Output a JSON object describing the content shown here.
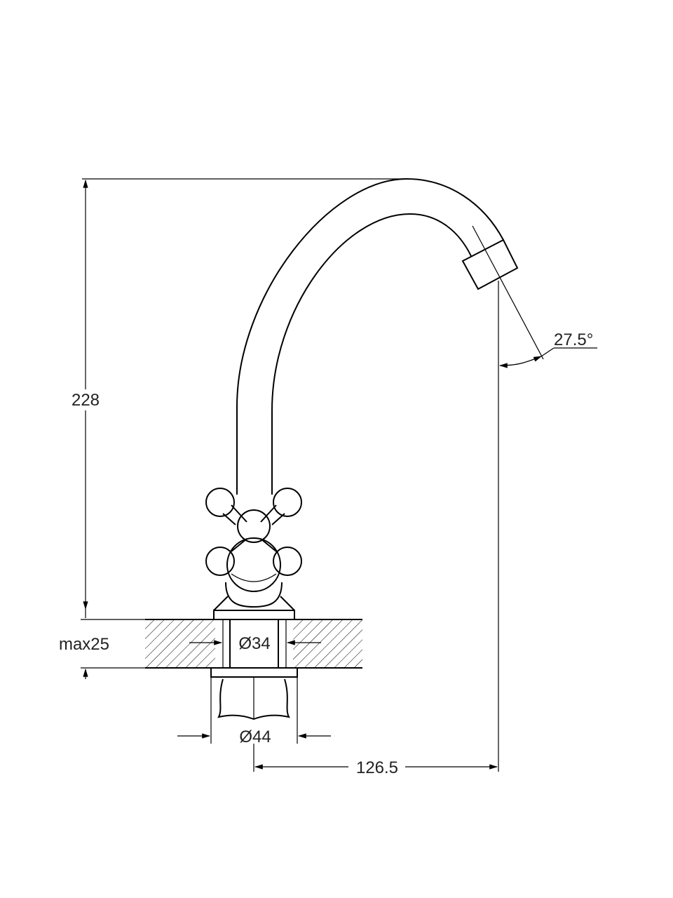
{
  "drawing": {
    "dimensions": {
      "height": "228",
      "counter_thickness": "max25",
      "hole_diameter": "Ø34",
      "base_diameter": "Ø44",
      "reach": "126.5",
      "spout_angle": "27.5°"
    },
    "colors": {
      "line": "#000000",
      "background": "#ffffff"
    }
  }
}
